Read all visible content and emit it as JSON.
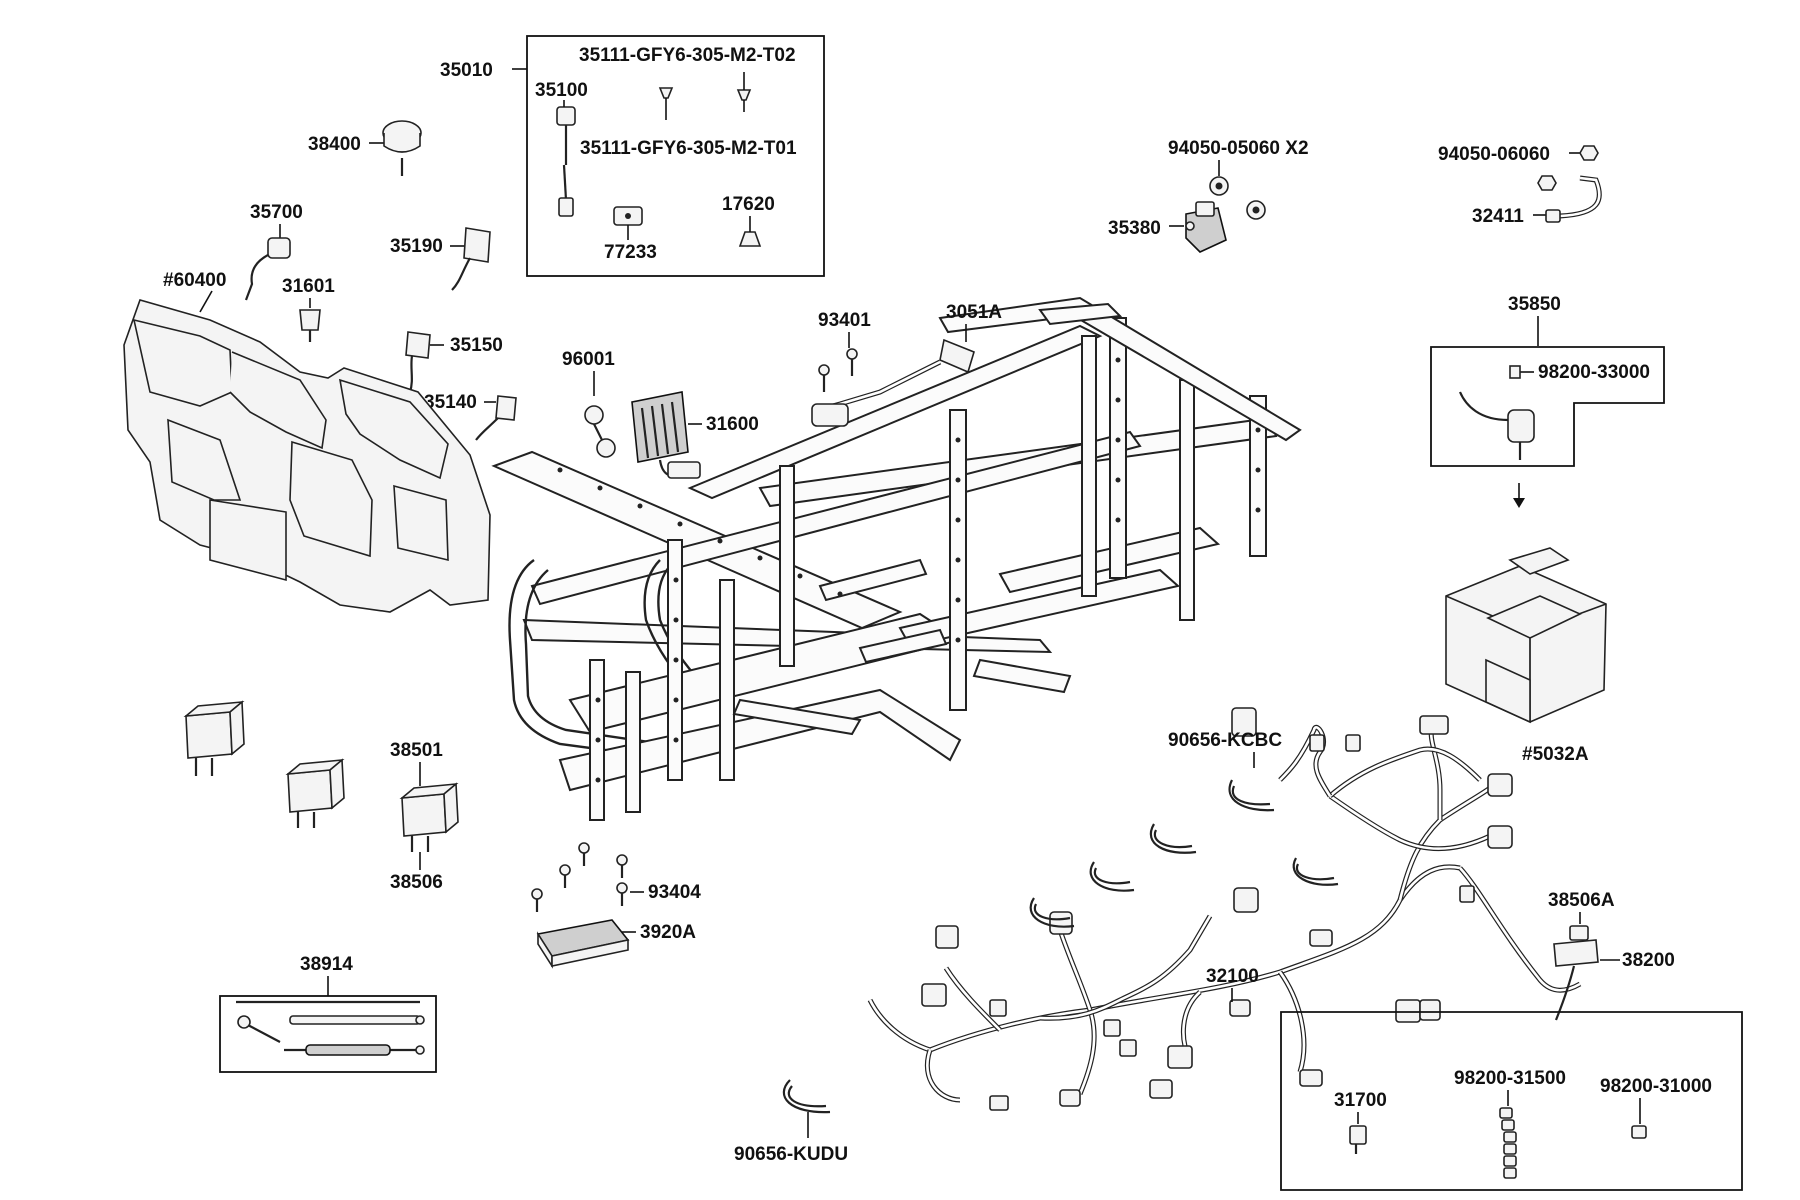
{
  "labels": {
    "p35010": "35010",
    "p35111_t02": "35111-GFY6-305-M2-T02",
    "p35100": "35100",
    "p35111_t01": "35111-GFY6-305-M2-T01",
    "p77233": "77233",
    "p17620": "17620",
    "p38400": "38400",
    "p35700": "35700",
    "p60400": "#60400",
    "p31601": "31601",
    "p35190": "35190",
    "p35150": "35150",
    "p35140": "35140",
    "p94050_05060": "94050-05060 X2",
    "p35380": "35380",
    "p94050_06060": "94050-06060",
    "p32411": "32411",
    "p93401": "93401",
    "p3051a": "3051A",
    "p96001": "96001",
    "p31600": "31600",
    "p35850": "35850",
    "p98200_33000": "98200-33000",
    "p5032a": "#5032A",
    "p90656_kcbc": "90656-KCBC",
    "p38501": "38501",
    "p38506": "38506",
    "p93404": "93404",
    "p3920a": "3920A",
    "p38914": "38914",
    "p38506a": "38506A",
    "p38200": "38200",
    "p32100": "32100",
    "p31700": "31700",
    "p98200_31500": "98200-31500",
    "p98200_31000": "98200-31000",
    "p90656_kudu": "90656-KUDU"
  }
}
